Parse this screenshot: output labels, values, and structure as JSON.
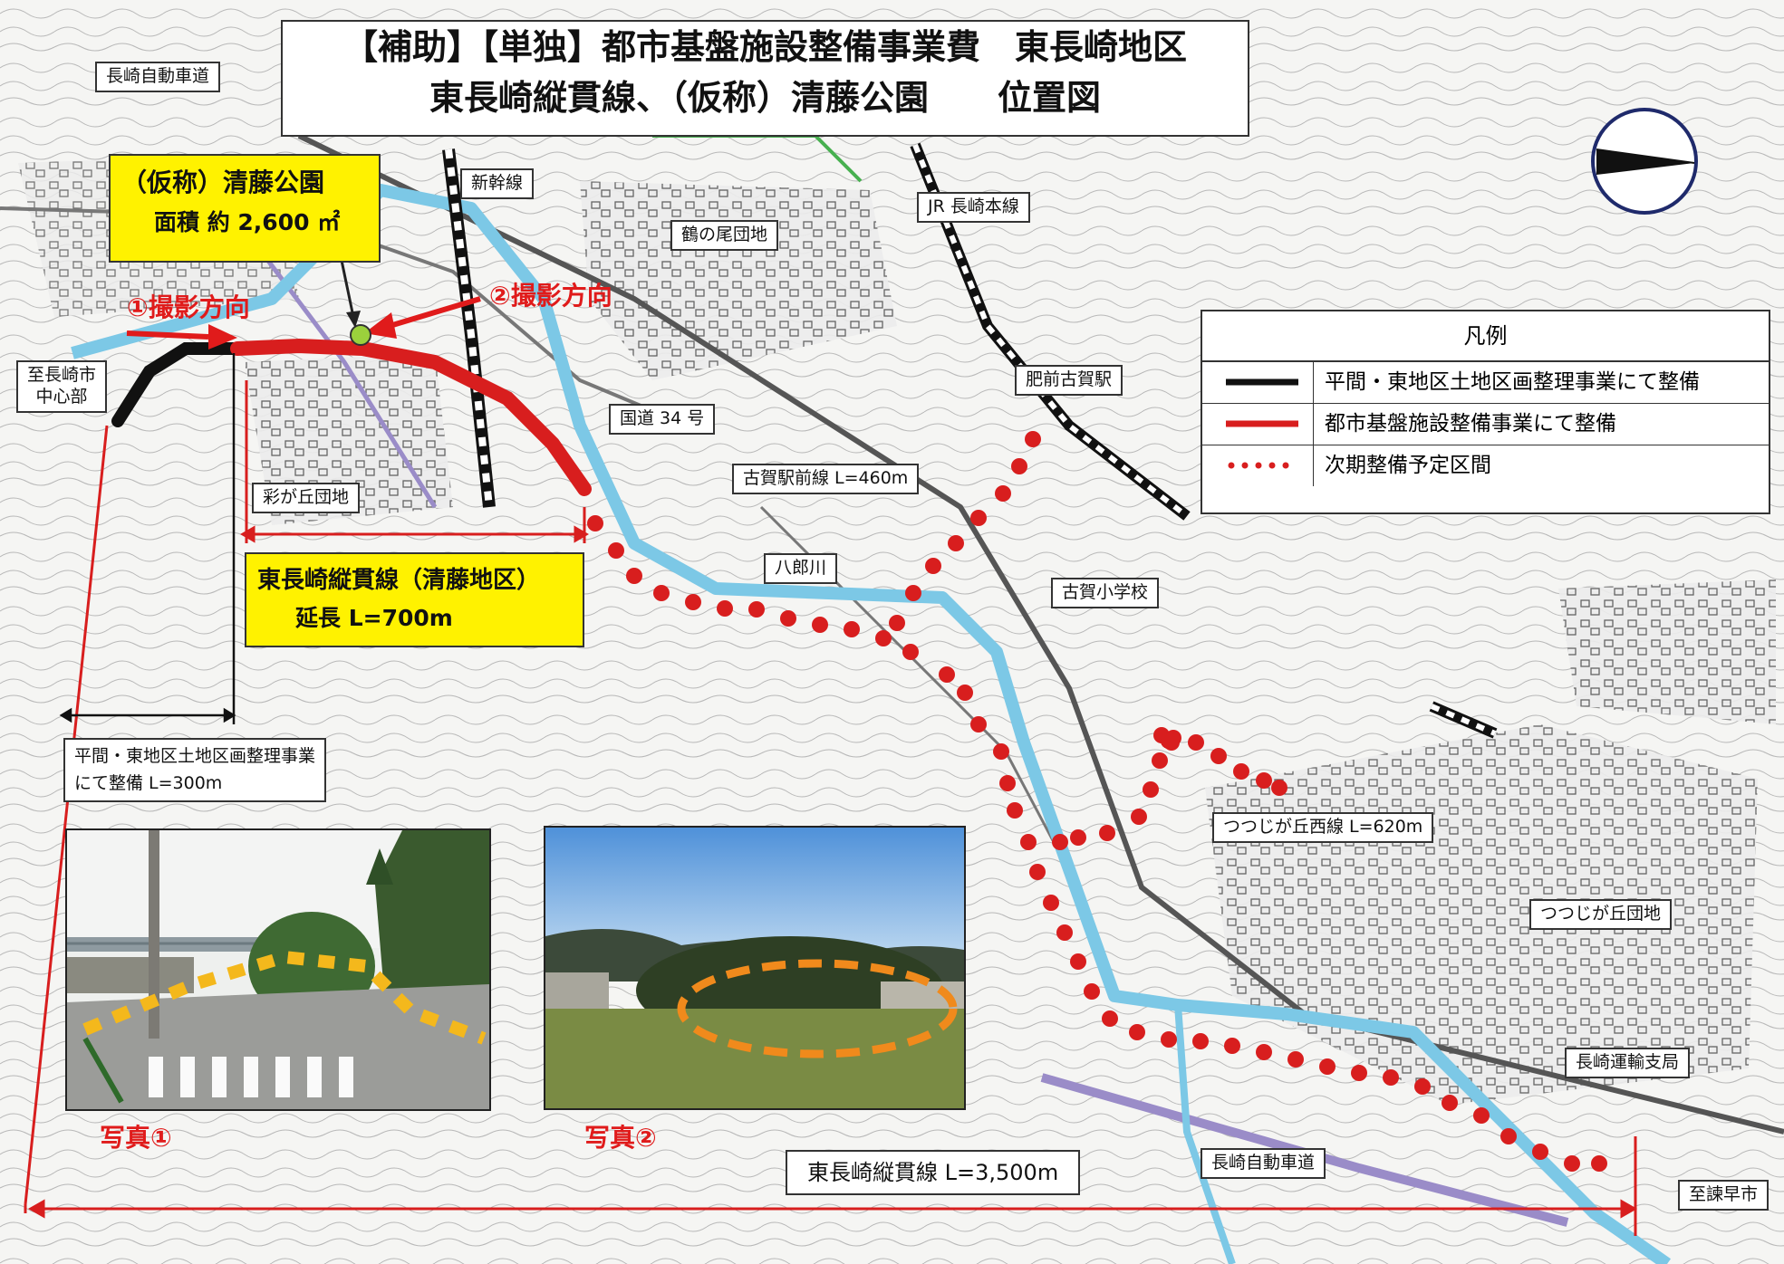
{
  "title": {
    "line1": "【補助】【単独】都市基盤施設整備事業費　東長崎地区",
    "line2": "東長崎縦貫線、（仮称）清藤公園　　位置図"
  },
  "park_box": {
    "name": "（仮称）清藤公園",
    "area": "面積  約 2,600 ㎡"
  },
  "road_box": {
    "name": "東長崎縦貫線（清藤地区）",
    "length": "延長 L=700m"
  },
  "direction_labels": {
    "dir1": "①撮影方向",
    "dir2": "②撮影方向"
  },
  "place_labels": {
    "expressway_top": "長崎自動車道",
    "shinkansen": "新幹線",
    "jr_line": "JR 長崎本線",
    "tsurunoo": "鶴の尾団地",
    "city_center": "至長崎市\n中心部",
    "route34": "国道 34 号",
    "hizen_koga": "肥前古賀駅",
    "koga_ekimae": "古賀駅前線  L=460m",
    "ayagaoka": "彩が丘団地",
    "hachiro": "八郎川",
    "koga_school": "古賀小学校",
    "tsutsuji_west": "つつじが丘西線  L=620m",
    "tsutsuji": "つつじが丘団地",
    "transport_office": "長崎運輸支局",
    "expressway_bottom": "長崎自動車道",
    "isahaya": "至諫早市"
  },
  "land_readjustment": {
    "line1": "平間・東地区土地区画整理事業",
    "line2": "にて整備 L=300m"
  },
  "total_length": "東長崎縦貫線  L=3,500m",
  "legend": {
    "title": "凡例",
    "items": [
      {
        "label": "平間・東地区土地区画整理事業にて整備",
        "color": "#111111",
        "style": "solid"
      },
      {
        "label": "都市基盤施設整備事業にて整備",
        "color": "#d81e1e",
        "style": "solid"
      },
      {
        "label": "次期整備予定区間",
        "color": "#d81e1e",
        "style": "dotted"
      }
    ]
  },
  "photos": {
    "photo1": "写真①",
    "photo2": "写真②"
  },
  "colors": {
    "route_red": "#d81e1e",
    "river": "#7cc8e6",
    "label_yellow": "#fff200",
    "orange": "#f08a1c"
  }
}
